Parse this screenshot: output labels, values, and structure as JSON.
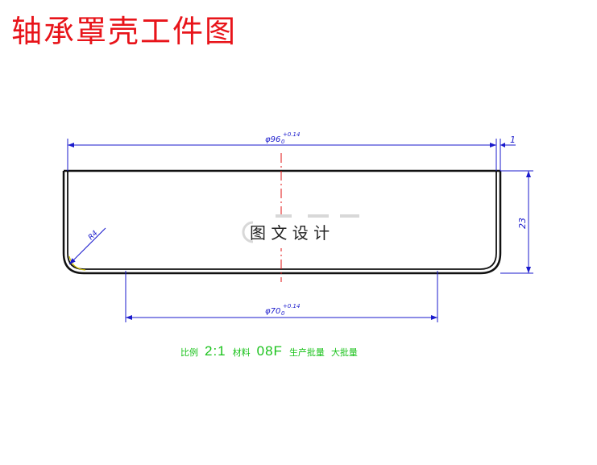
{
  "title": "轴承罩壳工件图",
  "watermark": "图 文 设 计",
  "dimensions": {
    "outer_diameter": "φ96",
    "outer_tolerance": "+0.14",
    "outer_tolerance_lower": "0",
    "wall_thickness": "1",
    "height": "23",
    "radius": "R4",
    "inner_diameter": "φ70",
    "inner_tolerance": "+0.14",
    "inner_tolerance_lower": "0"
  },
  "footer": {
    "scale_label": "比例",
    "scale_value": "2:1",
    "material_label": "材料",
    "material_value": "08F",
    "production_label": "生产批量",
    "production_value": "大批量"
  },
  "colors": {
    "title": "#e8141a",
    "dimension": "#1a1acc",
    "centerline": "#e01010",
    "outline": "#111111",
    "footer": "#19c21a"
  }
}
